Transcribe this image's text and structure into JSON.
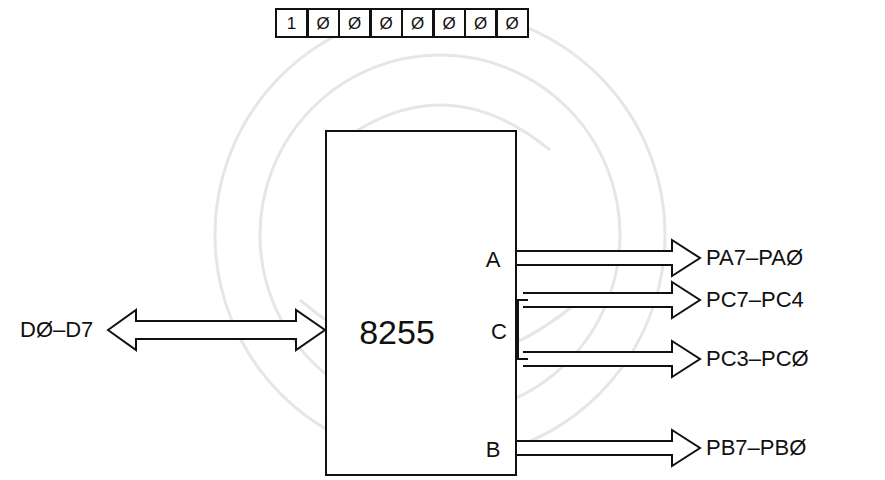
{
  "diagram": {
    "nodes": [
      {
        "text": [
          "1"
        ]
      },
      {
        "text": [
          "Ø"
        ]
      },
      {
        "text": [
          "Ø"
        ]
      },
      {
        "text": [
          "Ø"
        ]
      },
      {
        "text": [
          "Ø"
        ]
      },
      {
        "text": [
          "Ø"
        ]
      },
      {
        "text": [
          "Ø"
        ]
      },
      {
        "text": [
          "Ø"
        ]
      },
      {
        "text": [
          "8255",
          "A",
          "C",
          "B"
        ]
      }
    ],
    "labels": [
      "DØ–D7",
      "PA7–PAØ",
      "PC7–PC4",
      "PC3–PCØ",
      "PB7–PBØ"
    ]
  }
}
